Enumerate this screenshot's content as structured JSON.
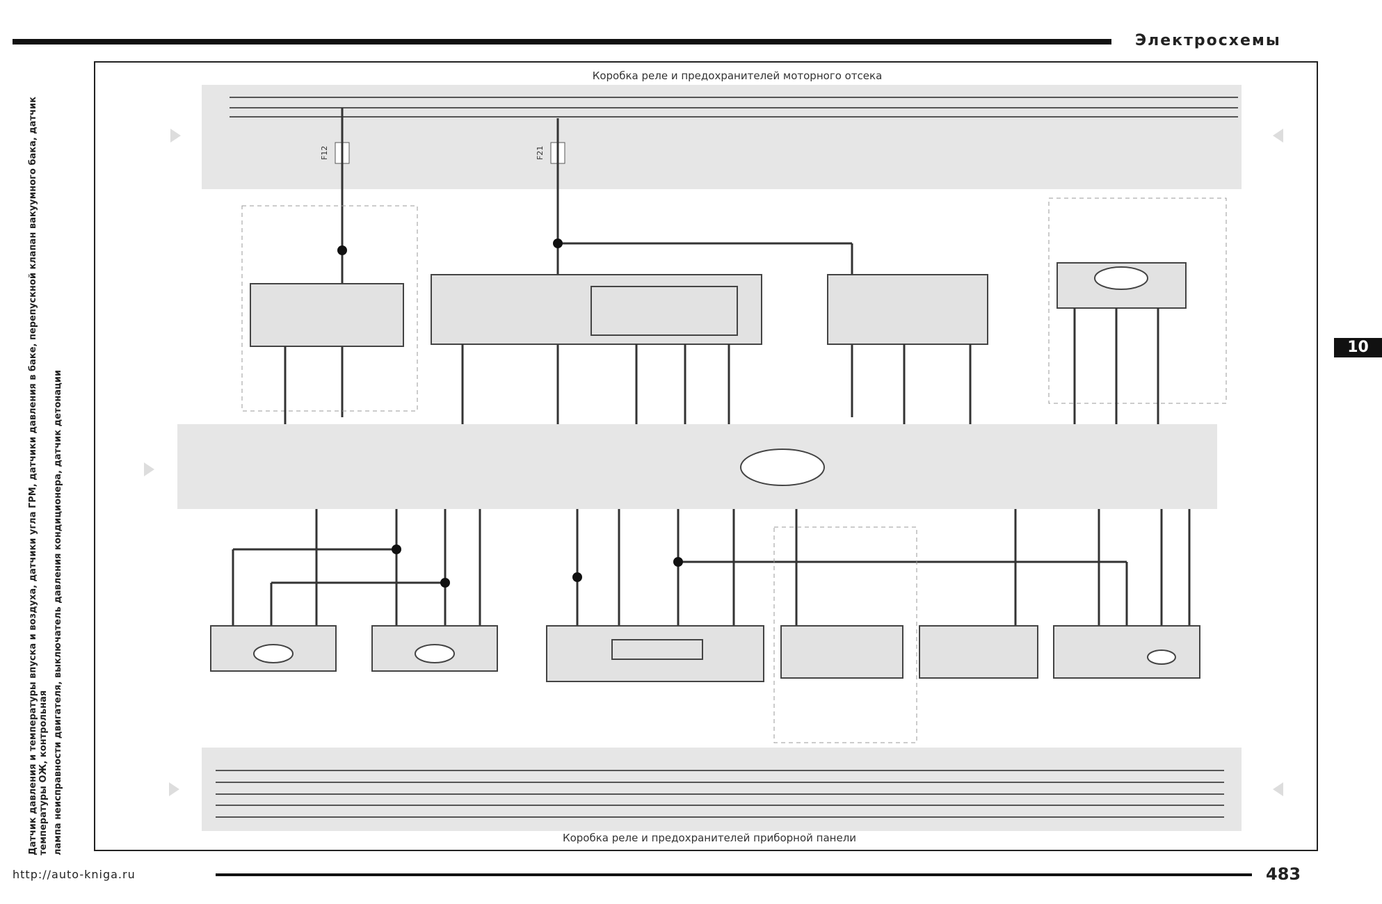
{
  "header": {
    "section_title": "Электросхемы",
    "chapter_number": "10"
  },
  "sidebar_title": {
    "line1": "Датчик давления и температуры впуска и воздуха, датчики угла ГРМ, датчики давления в баке, перепускной клапан вакуумного бака, датчик температуры ОЖ, контрольная",
    "line2": "лампа неисправности двигателя, выключатель давления кондиционера, датчик детонации"
  },
  "diagram": {
    "top_box_label": "Коробка реле и предохранителей моторного отсека",
    "bottom_box_label": "Коробка реле и предохранителей приборной панели",
    "fuse_left": "F12",
    "fuse_center": "F21"
  },
  "footer": {
    "url": "http://auto-knigа.ru",
    "page_number": "483"
  }
}
